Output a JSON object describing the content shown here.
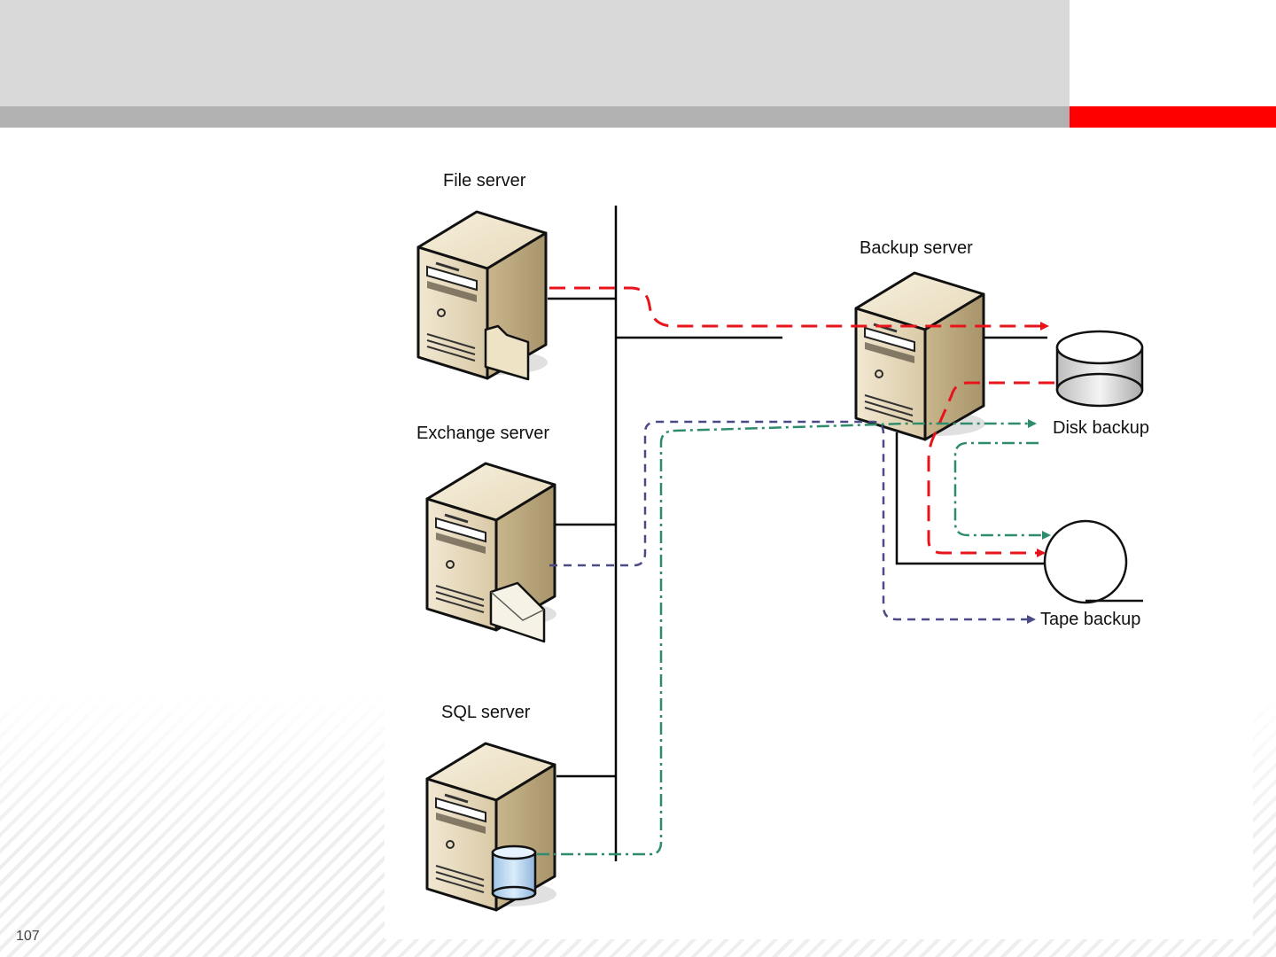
{
  "slide": {
    "number": "107"
  },
  "diagram": {
    "labels": {
      "file_server": "File server",
      "exchange_server": "Exchange server",
      "sql_server": "SQL server",
      "backup_server": "Backup server",
      "disk_backup": "Disk backup",
      "tape_backup": "Tape backup"
    },
    "colors": {
      "file_flow": "#e8141c",
      "exchange_flow": "#4b4a86",
      "sql_flow": "#2f8c6a",
      "network": "#000000",
      "header_band": "#d9d9d9",
      "header_strip": "#b1b1b1",
      "accent": "#ff0000"
    },
    "icons": [
      "server-icon",
      "folder-icon",
      "envelope-icon",
      "database-icon",
      "disk-icon",
      "tape-icon"
    ]
  }
}
